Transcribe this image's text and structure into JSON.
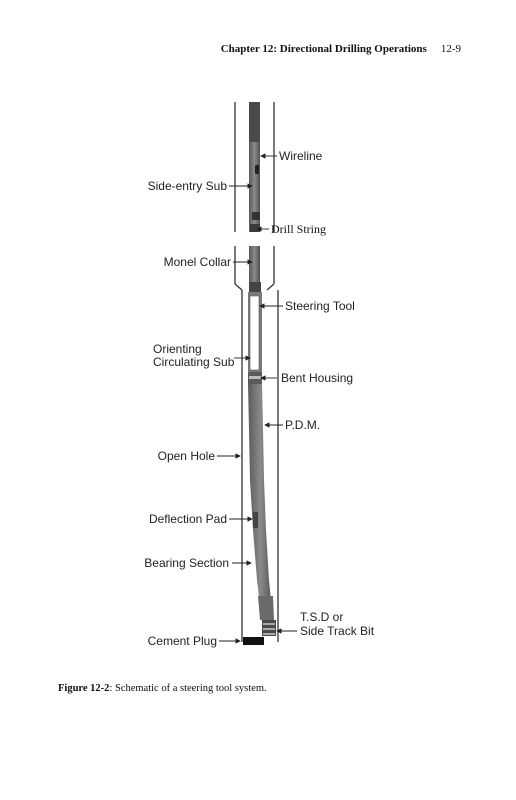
{
  "header": {
    "chapter_title": "Chapter 12: Directional Drilling Operations",
    "page_number": "12-9"
  },
  "figure": {
    "labels": {
      "wireline": "Wireline",
      "side_entry_sub": "Side-entry Sub",
      "drill_string": "Drill String",
      "monel_collar": "Monel Collar",
      "steering_tool": "Steering Tool",
      "orienting_line1": "Orienting",
      "orienting_line2": "Circulating Sub",
      "bent_housing": "Bent Housing",
      "pdm": "P.D.M.",
      "open_hole": "Open Hole",
      "deflection_pad": "Deflection Pad",
      "bearing_section": "Bearing Section",
      "tsd_line1": "T.S.D or",
      "tsd_line2": "Side Track Bit",
      "cement_plug": "Cement Plug"
    }
  },
  "caption": {
    "label": "Figure 12-2",
    "text": ": Schematic of a steering tool system."
  }
}
